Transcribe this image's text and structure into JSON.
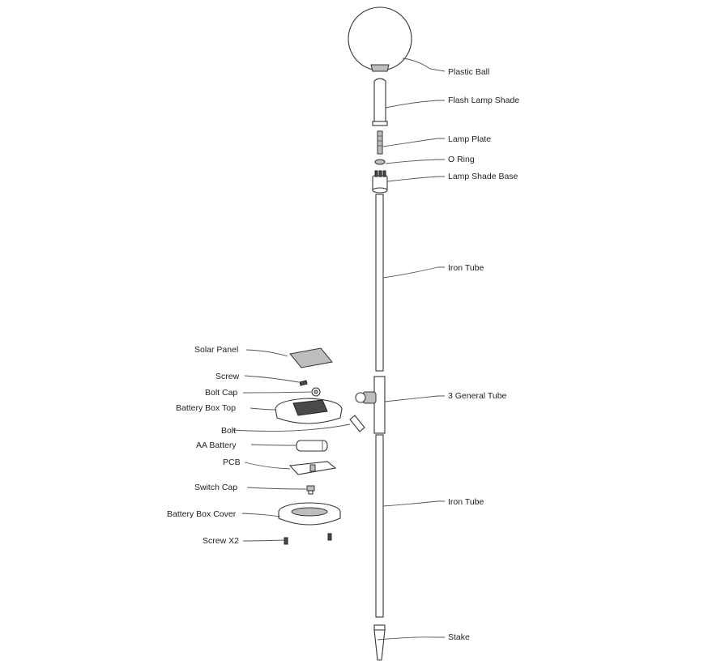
{
  "labels": {
    "plastic_ball": "Plastic Ball",
    "flash_lamp_shade": "Flash Lamp Shade",
    "lamp_plate": "Lamp Plate",
    "o_ring": "O Ring",
    "lamp_shade_base": "Lamp Shade Base",
    "iron_tube_upper": "Iron Tube",
    "three_general_tube": "3 General Tube",
    "iron_tube_lower": "Iron Tube",
    "stake": "Stake",
    "solar_panel": "Solar Panel",
    "screw": "Screw",
    "bolt_cap": "Bolt Cap",
    "battery_box_top": "Battery Box Top",
    "bolt": "Bolt",
    "aa_battery": "AA Battery",
    "pcb": "PCB",
    "switch_cap": "Switch Cap",
    "battery_box_cover": "Battery Box Cover",
    "screw_x2": "Screw X2"
  }
}
